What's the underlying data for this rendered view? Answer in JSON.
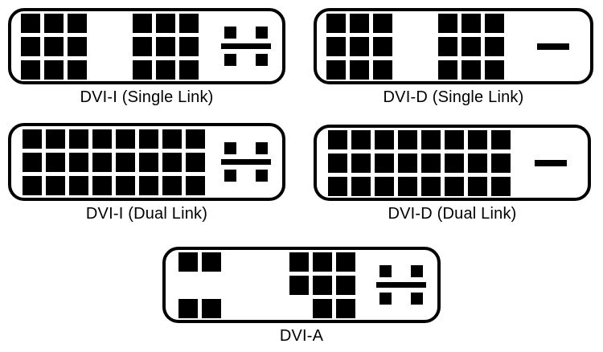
{
  "page": {
    "background": "#ffffff",
    "ink": "#000000",
    "description": "DVI connector type pinout diagram"
  },
  "connectors": [
    {
      "id": "dvi-i-single-link",
      "label": "DVI-I (Single Link)",
      "layout": "single",
      "groups": [
        {
          "kind": "pin-grid",
          "name": "digital-pin-grid-left",
          "pattern": [
            "111",
            "111",
            "111"
          ]
        },
        {
          "kind": "pin-grid",
          "name": "digital-pin-grid-right",
          "pattern": [
            "111",
            "111",
            "111"
          ]
        },
        {
          "kind": "analog",
          "name": "analog-pins-and-ground-blade"
        }
      ]
    },
    {
      "id": "dvi-d-single-link",
      "label": "DVI-D (Single Link)",
      "layout": "single",
      "groups": [
        {
          "kind": "pin-grid",
          "name": "digital-pin-grid-left",
          "pattern": [
            "111",
            "111",
            "111"
          ]
        },
        {
          "kind": "pin-grid",
          "name": "digital-pin-grid-right",
          "pattern": [
            "111",
            "111",
            "111"
          ]
        },
        {
          "kind": "blade",
          "name": "ground-blade"
        }
      ]
    },
    {
      "id": "dvi-i-dual-link",
      "label": "DVI-I (Dual Link)",
      "layout": "dual",
      "groups": [
        {
          "kind": "pin-grid",
          "name": "digital-pin-grid",
          "pattern": [
            "11111111",
            "11111111",
            "11111111"
          ]
        },
        {
          "kind": "analog",
          "name": "analog-pins-and-ground-blade"
        }
      ]
    },
    {
      "id": "dvi-d-dual-link",
      "label": "DVI-D (Dual Link)",
      "layout": "dual",
      "groups": [
        {
          "kind": "pin-grid",
          "name": "digital-pin-grid",
          "pattern": [
            "11111111",
            "11111111",
            "11111111"
          ]
        },
        {
          "kind": "blade",
          "name": "ground-blade"
        }
      ]
    },
    {
      "id": "dvi-a",
      "label": "DVI-A",
      "layout": "dvi-a",
      "groups": [
        {
          "kind": "pin-grid",
          "name": "analog-pin-grid-left",
          "pattern": [
            "11",
            "00",
            "11"
          ]
        },
        {
          "kind": "pin-grid",
          "name": "analog-pin-grid-middle",
          "pattern": [
            "111",
            "111",
            "011"
          ]
        },
        {
          "kind": "analog",
          "name": "analog-pins-and-ground-blade"
        }
      ]
    }
  ]
}
